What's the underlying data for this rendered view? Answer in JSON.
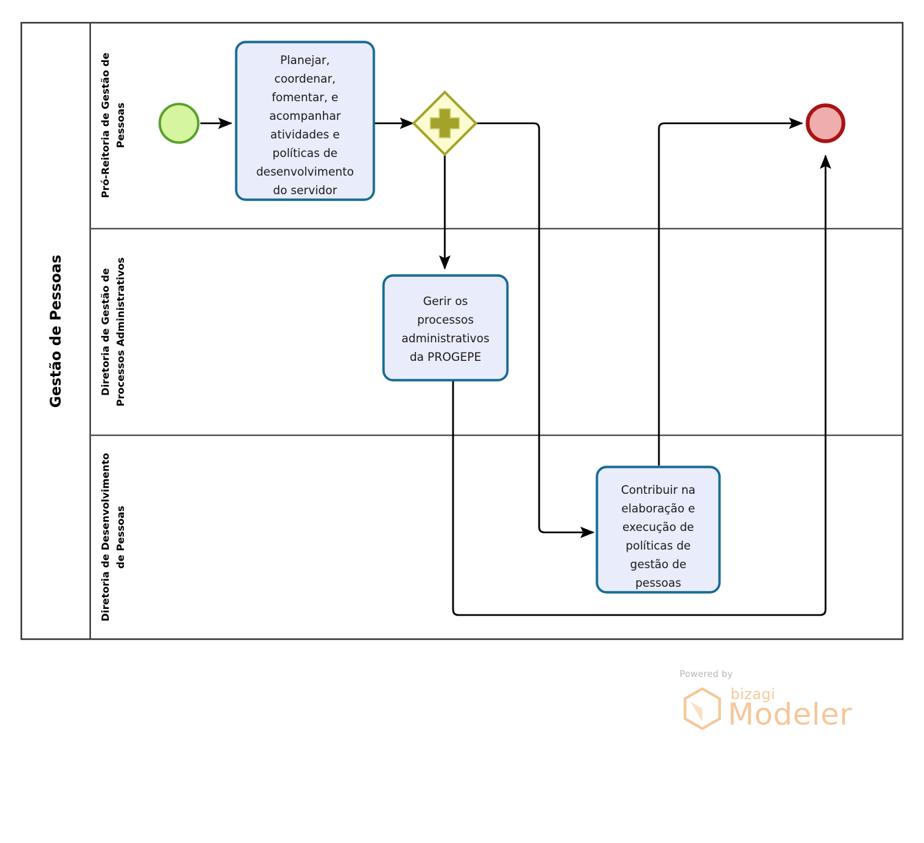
{
  "pool": {
    "name": "Gestão de Pessoas",
    "lanes": [
      {
        "id": "lane-pro-reitoria",
        "name": "Pró-Reitoria de Gestão de Pessoas"
      },
      {
        "id": "lane-processos-administrativos",
        "name": "Diretoria de Gestão de Processos Administrativos"
      },
      {
        "id": "lane-desenvolvimento-pessoas",
        "name": "Diretoria de Desenvolvimento de Pessoas"
      }
    ]
  },
  "elements": {
    "start_event": {
      "type": "start-event",
      "label": ""
    },
    "end_event": {
      "type": "end-event",
      "label": ""
    },
    "gateway": {
      "type": "parallel-gateway",
      "marker": "+",
      "label": ""
    },
    "task_1": {
      "type": "task",
      "text": "Planejar, coordenar, fomentar, e acompanhar atividades e políticas de desenvolvimento do servidor",
      "lines": [
        "Planejar,",
        "coordenar,",
        "fomentar, e",
        "acompanhar",
        "atividades e",
        "políticas de",
        "desenvolvimento",
        "do servidor"
      ]
    },
    "task_2": {
      "type": "task",
      "text": "Gerir os processos administrativos da PROGEPE",
      "lines": [
        "Gerir os",
        "processos",
        "administrativos",
        "da PROGEPE"
      ]
    },
    "task_3": {
      "type": "task",
      "text": "Contribuir na elaboração e execução de políticas de gestão de pessoas",
      "lines": [
        "Contribuir na",
        "elaboração e",
        "execução de",
        "políticas de",
        "gestão de",
        "pessoas"
      ]
    }
  },
  "watermark": {
    "powered_by": "Powered by",
    "brand": "bizagi",
    "product": "Modeler"
  },
  "colors": {
    "task_fill": "#e9ecfb",
    "task_stroke": "#176a93",
    "start_fill": "#d6f5a0",
    "start_stroke": "#5aa02c",
    "end_fill": "#efadad",
    "end_stroke": "#a81313",
    "gateway_fill": "#fdfbd0",
    "gateway_stroke": "#a3a32a",
    "flow_stroke": "#000000",
    "watermark": "#f5c79a"
  }
}
